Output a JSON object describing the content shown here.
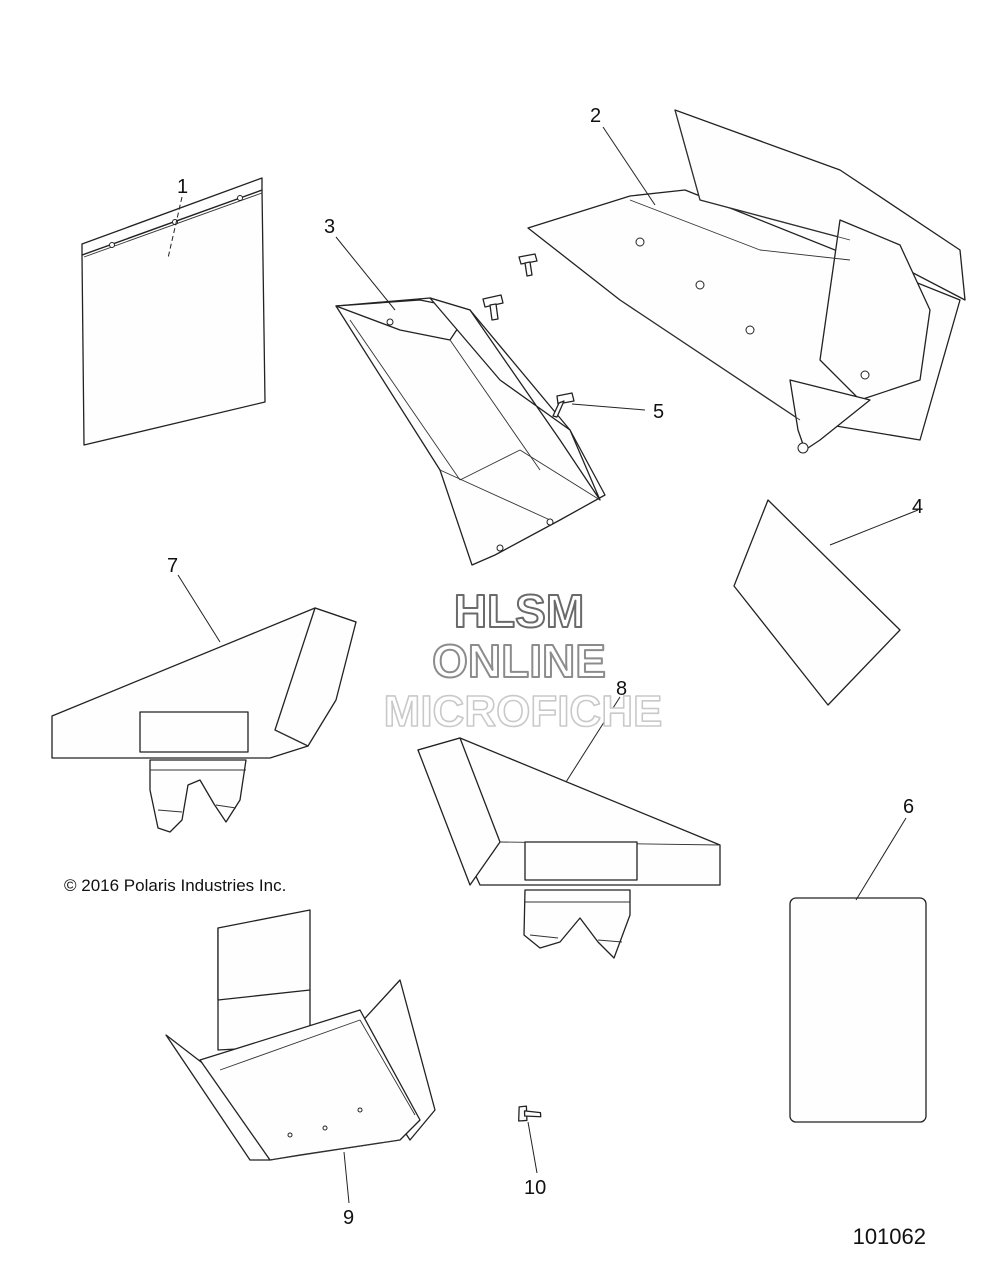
{
  "callouts": {
    "c1": "1",
    "c2": "2",
    "c3": "3",
    "c4": "4",
    "c5": "5",
    "c6": "6",
    "c7": "7",
    "c8": "8",
    "c9": "9",
    "c10": "10"
  },
  "watermark": {
    "line1": "HLSM",
    "line2": "ONLINE",
    "line3": "MICROFICHE"
  },
  "copyright": "© 2016 Polaris Industries Inc.",
  "drawing_number": "101062"
}
